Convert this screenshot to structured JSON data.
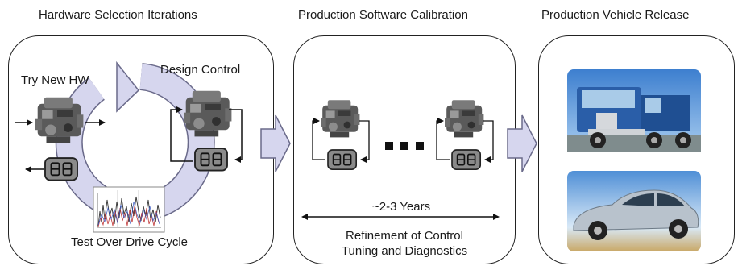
{
  "panels": {
    "hardware": {
      "title": "Hardware Selection Iterations",
      "try_new_hw": "Try New HW",
      "design_control": "Design Control",
      "test_drive_cycle": "Test Over Drive Cycle"
    },
    "calibration": {
      "title": "Production Software Calibration",
      "duration": "~2-3 Years",
      "refinement_line1": "Refinement of Control",
      "refinement_line2": "Tuning and Diagnostics"
    },
    "release": {
      "title": "Production Vehicle Release"
    }
  },
  "colors": {
    "arrow_fill": "#d6d6ee",
    "arrow_stroke": "#6a6a8a",
    "engine": "#5a5a5a",
    "ecu": "#8a8a8a",
    "truck_blue": "#2a5ea8",
    "car_silver": "#b8c2cc",
    "sky": "#6fa7dc"
  },
  "icons": {
    "engine": "engine-icon",
    "ecu": "ecu-icon",
    "truck": "truck-image",
    "car": "car-image",
    "drive_cycle_chart": "drive-cycle-chart-image"
  }
}
